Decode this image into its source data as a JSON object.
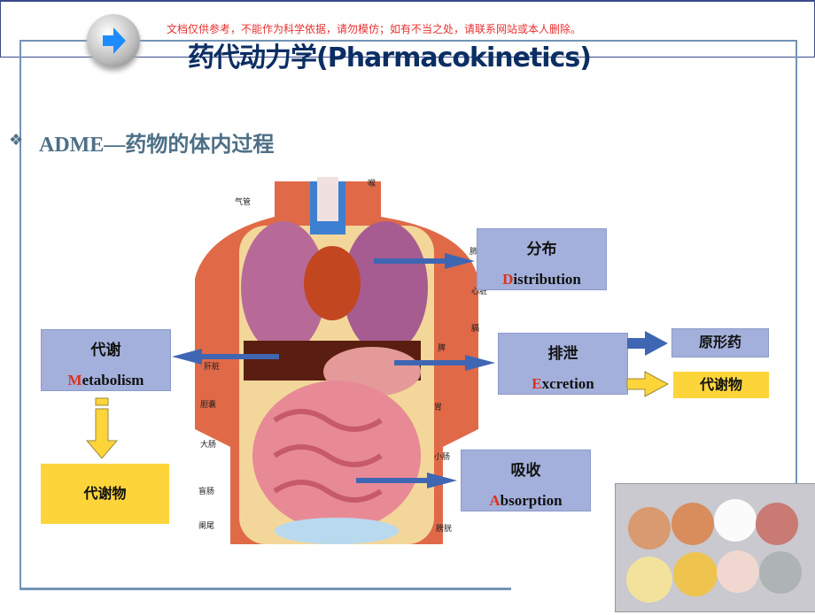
{
  "notice": "文档仅供参考，不能作为科学依据，请勿模仿；如有不当之处，请联系网站或本人删除。",
  "title": "药代动力学(Pharmacokinetics)",
  "subtitle": "ADME—药物的体内过程",
  "bullet_icon": "diamond-bullet",
  "nav_icon": "arrow-right-circle",
  "boxes": {
    "distribution": {
      "cn": "分布",
      "initial": "D",
      "rest": "istribution"
    },
    "metabolism": {
      "cn": "代谢",
      "initial": "M",
      "rest": "etabolism"
    },
    "excretion": {
      "cn": "排泄",
      "initial": "E",
      "rest": "xcretion"
    },
    "absorption": {
      "cn": "吸收",
      "initial": "A",
      "rest": "bsorption"
    },
    "metabolite_left": "代谢物",
    "parent_drug": "原形药",
    "metabolite_right": "代谢物"
  },
  "organ_labels": [
    "喉",
    "气管",
    "肺",
    "心脏",
    "膈",
    "肝脏",
    "脾",
    "胆囊",
    "胃",
    "大肠",
    "小肠",
    "盲肠",
    "阑尾",
    "膀胱"
  ],
  "colors": {
    "title": "#0b2e63",
    "subtitle": "#4d6f86",
    "accent_red": "#e0301c",
    "box": "#a3b0db",
    "yellow": "#fdd53b",
    "arrow": "#3f66b3"
  }
}
